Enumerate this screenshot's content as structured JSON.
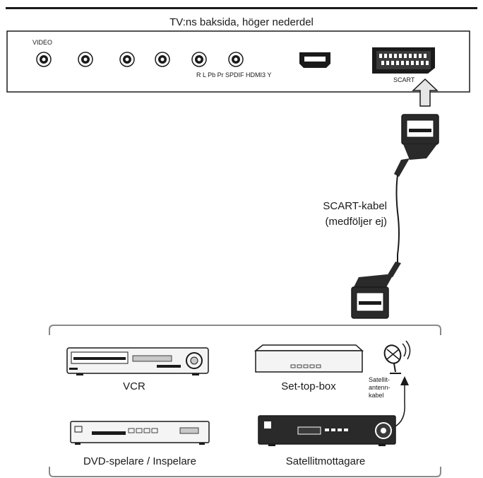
{
  "panel": {
    "title": "TV:ns baksida, höger nederdel",
    "video_label": "VIDEO",
    "port_label_left": "R  L  Pb  Pr",
    "port_label_right": "SPDIF  HDMI3  Y",
    "scart_label": "SCART"
  },
  "cable": {
    "label_line1": "SCART-kabel",
    "label_line2": "(medföljer ej)"
  },
  "devices": {
    "vcr": "VCR",
    "settop": "Set-top-box",
    "dvd": "DVD-spelare / Inspelare",
    "satellite_receiver": "Satellitmottagare",
    "antenna_line1": "Satellit-",
    "antenna_line2": "antenn-",
    "antenna_line3": "kabel"
  },
  "colors": {
    "line": "#1a1a1a",
    "device_light": "#f4f4f4",
    "device_dark": "#2a2a2a",
    "arrow_fill": "#e6e6e6"
  }
}
